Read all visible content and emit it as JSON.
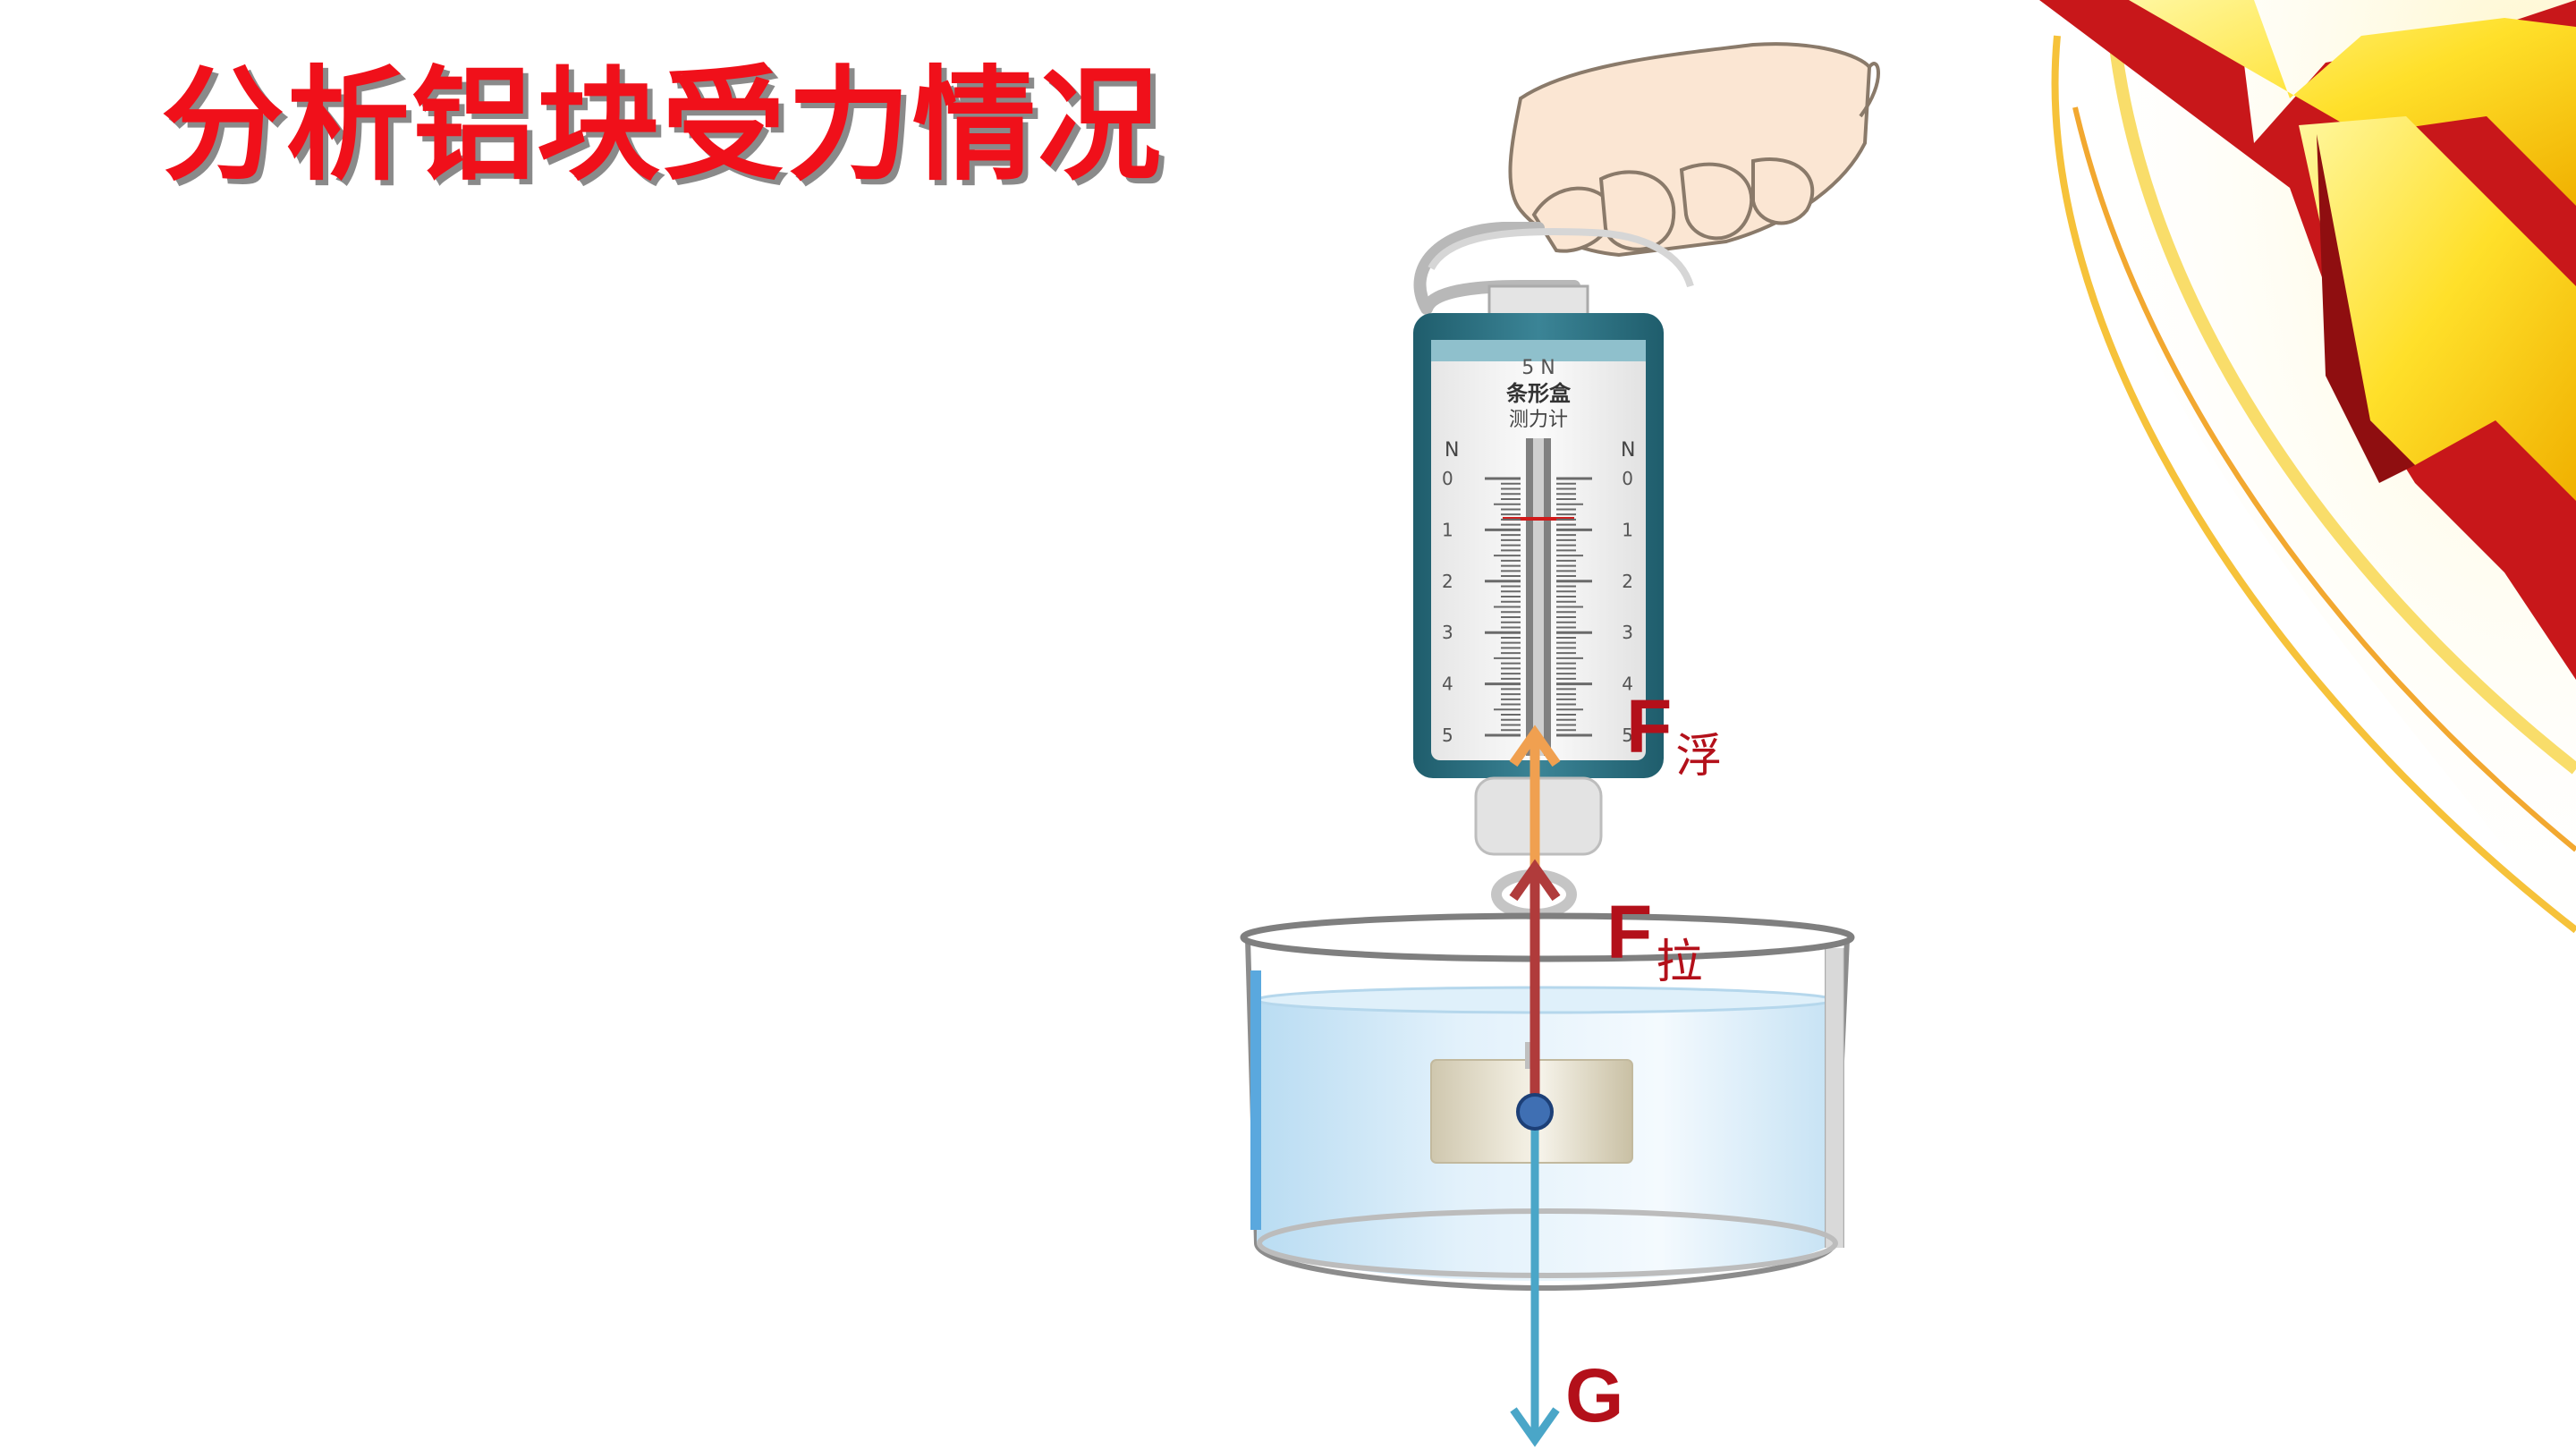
{
  "slide": {
    "title": "分析铝块受力情况"
  },
  "scale": {
    "header_line1": "5 N",
    "header_line2": "条形盒",
    "header_line3": "测力计",
    "unit_left": "N",
    "unit_right": "N",
    "tick_labels": [
      "0",
      "1",
      "2",
      "3",
      "4",
      "5"
    ]
  },
  "forces": [
    {
      "main": "F",
      "sub": "浮",
      "color": "#f0a050"
    },
    {
      "main": "F",
      "sub": "拉",
      "color": "#b03b3b"
    },
    {
      "main": "G",
      "sub": "",
      "color": "#4aa6c8"
    }
  ],
  "colors": {
    "title": "#f0101a",
    "label": "#b3101a",
    "scale_frame": "#2c6f80",
    "water": "#cfe8f6",
    "block": "#d6d0bc",
    "dot": "#3f6fb3",
    "burst_red": "#c8171a",
    "burst_yellow": "#ffd400"
  }
}
